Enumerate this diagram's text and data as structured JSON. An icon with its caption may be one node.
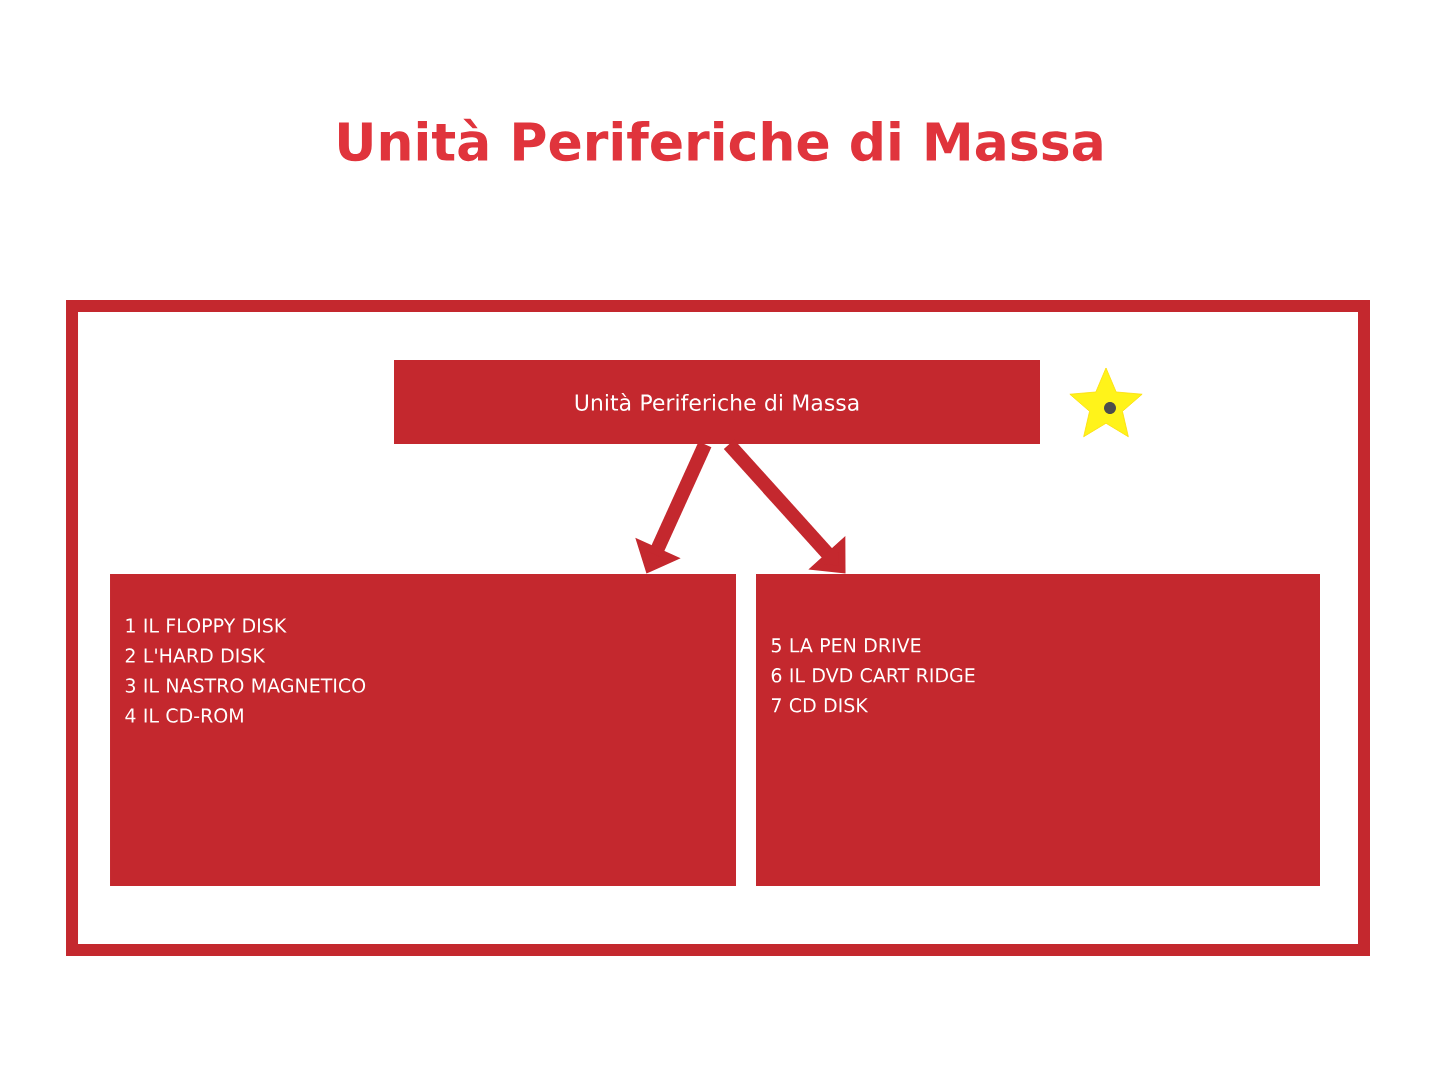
{
  "diagram": {
    "title": "Unità Periferiche di Massa",
    "nodes": [
      {
        "text": [
          "Unità Periferiche di Massa"
        ]
      },
      {
        "text": [
          "1 IL FLOPPY DISK",
          "2 L'HARD DISK",
          "3 IL NASTRO MAGNETICO",
          "4 IL CD-ROM"
        ]
      },
      {
        "text": [
          "5 LA PEN DRIVE",
          "6 IL DVD CART RIDGE",
          "7 CD DISK"
        ]
      }
    ],
    "edges": [
      {
        "from": 0,
        "to": 1,
        "arrow": "to"
      },
      {
        "from": 0,
        "to": 2,
        "arrow": "to"
      }
    ]
  }
}
